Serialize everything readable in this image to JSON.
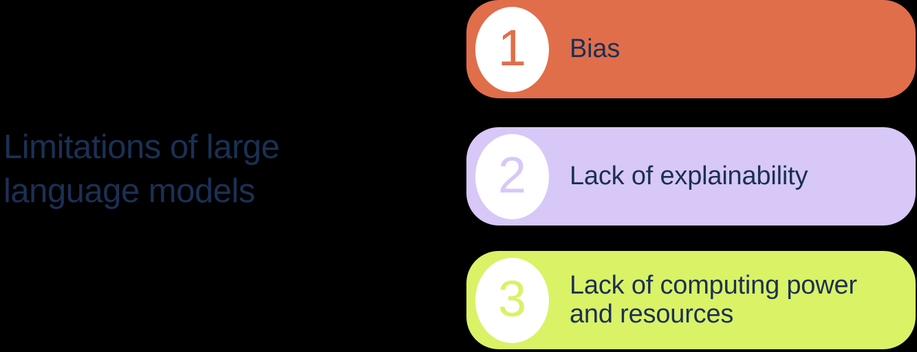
{
  "colors": {
    "background": "#000000",
    "title_text": "#1B3054",
    "card_text": "#1B3054",
    "badge_background": "#FFFFFF",
    "card_orange": "#E06E4A",
    "card_lavender": "#D7C8F8",
    "card_lime": "#DAF266"
  },
  "title": {
    "text": "Limitations of large\nlanguage models"
  },
  "cards": [
    {
      "number": "1",
      "label": "Bias",
      "color": "#E06E4A"
    },
    {
      "number": "2",
      "label": "Lack of explainability",
      "color": "#D7C8F8"
    },
    {
      "number": "3",
      "label": "Lack of computing power\nand resources",
      "color": "#DAF266"
    }
  ]
}
